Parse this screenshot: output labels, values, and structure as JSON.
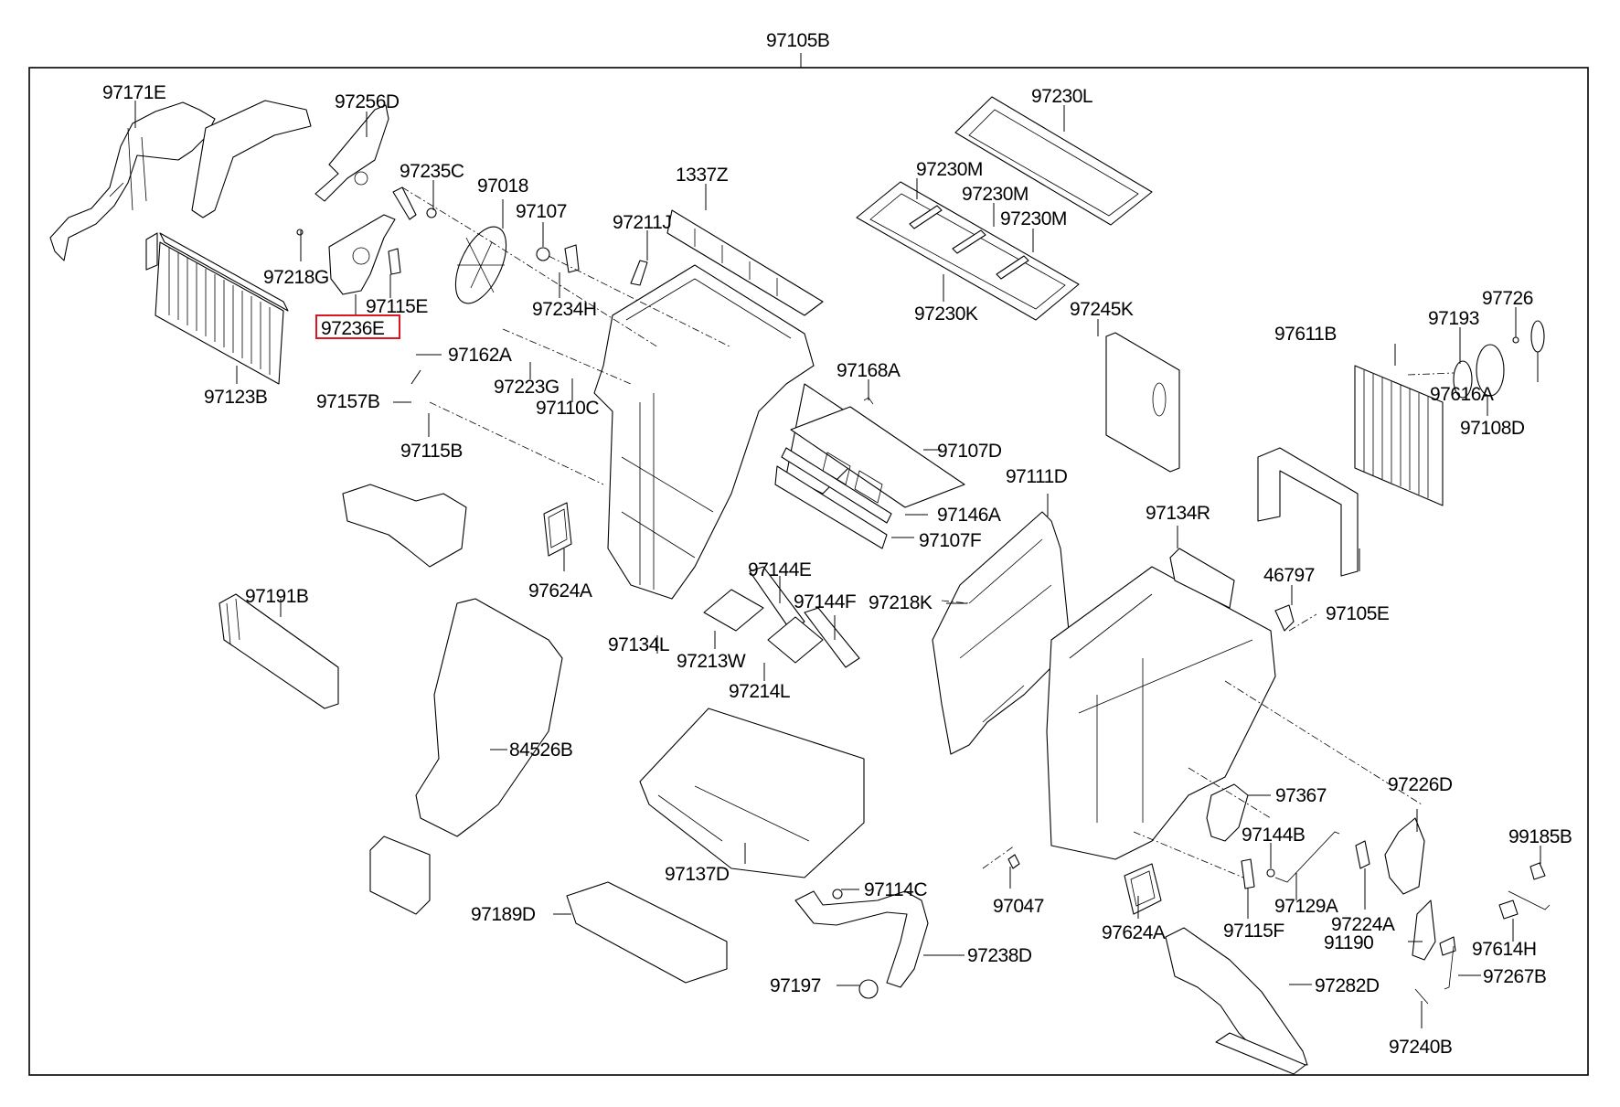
{
  "diagram": {
    "title": "Heater & A/C Unit Assembly Parts Diagram",
    "assembly_label": "97105B",
    "highlighted_part": "97236E",
    "highlight_color": "#e0141e",
    "parts": [
      {
        "id": "97171E",
        "name": "97171E"
      },
      {
        "id": "97256D",
        "name": "97256D"
      },
      {
        "id": "97235C",
        "name": "97235C"
      },
      {
        "id": "97018",
        "name": "97018"
      },
      {
        "id": "97107",
        "name": "97107"
      },
      {
        "id": "97218G",
        "name": "97218G"
      },
      {
        "id": "97115E",
        "name": "97115E"
      },
      {
        "id": "97236E",
        "name": "97236E"
      },
      {
        "id": "97234H",
        "name": "97234H"
      },
      {
        "id": "97211J",
        "name": "97211J"
      },
      {
        "id": "1337Z",
        "name": "1337Z"
      },
      {
        "id": "97230L",
        "name": "97230L"
      },
      {
        "id": "97230M-1",
        "name": "97230M"
      },
      {
        "id": "97230M-2",
        "name": "97230M"
      },
      {
        "id": "97230M-3",
        "name": "97230M"
      },
      {
        "id": "97230K",
        "name": "97230K"
      },
      {
        "id": "97245K",
        "name": "97245K"
      },
      {
        "id": "97726",
        "name": "97726"
      },
      {
        "id": "97193",
        "name": "97193"
      },
      {
        "id": "97611B",
        "name": "97611B"
      },
      {
        "id": "97616A",
        "name": "97616A"
      },
      {
        "id": "97108D",
        "name": "97108D"
      },
      {
        "id": "97123B",
        "name": "97123B"
      },
      {
        "id": "97162A",
        "name": "97162A"
      },
      {
        "id": "97157B",
        "name": "97157B"
      },
      {
        "id": "97223G",
        "name": "97223G"
      },
      {
        "id": "97110C",
        "name": "97110C"
      },
      {
        "id": "97115B",
        "name": "97115B"
      },
      {
        "id": "97168A",
        "name": "97168A"
      },
      {
        "id": "97107D",
        "name": "97107D"
      },
      {
        "id": "97146A",
        "name": "97146A"
      },
      {
        "id": "97107F",
        "name": "97107F"
      },
      {
        "id": "97111D",
        "name": "97111D"
      },
      {
        "id": "97134R",
        "name": "97134R"
      },
      {
        "id": "97105E",
        "name": "97105E"
      },
      {
        "id": "46797",
        "name": "46797"
      },
      {
        "id": "97624A-1",
        "name": "97624A"
      },
      {
        "id": "97191B",
        "name": "97191B"
      },
      {
        "id": "97144E",
        "name": "97144E"
      },
      {
        "id": "97144F",
        "name": "97144F"
      },
      {
        "id": "97218K",
        "name": "97218K"
      },
      {
        "id": "97134L",
        "name": "97134L"
      },
      {
        "id": "97213W",
        "name": "97213W"
      },
      {
        "id": "97214L",
        "name": "97214L"
      },
      {
        "id": "84526B",
        "name": "84526B"
      },
      {
        "id": "97367",
        "name": "97367"
      },
      {
        "id": "97226D",
        "name": "97226D"
      },
      {
        "id": "97144B",
        "name": "97144B"
      },
      {
        "id": "99185B",
        "name": "99185B"
      },
      {
        "id": "97137D",
        "name": "97137D"
      },
      {
        "id": "97114C",
        "name": "97114C"
      },
      {
        "id": "97047",
        "name": "97047"
      },
      {
        "id": "97129A",
        "name": "97129A"
      },
      {
        "id": "97224A",
        "name": "97224A"
      },
      {
        "id": "91190",
        "name": "91190"
      },
      {
        "id": "97614H",
        "name": "97614H"
      },
      {
        "id": "97624A-2",
        "name": "97624A"
      },
      {
        "id": "97115F",
        "name": "97115F"
      },
      {
        "id": "97189D",
        "name": "97189D"
      },
      {
        "id": "97238D",
        "name": "97238D"
      },
      {
        "id": "97197",
        "name": "97197"
      },
      {
        "id": "97282D",
        "name": "97282D"
      },
      {
        "id": "97267B",
        "name": "97267B"
      },
      {
        "id": "97240B",
        "name": "97240B"
      }
    ]
  }
}
